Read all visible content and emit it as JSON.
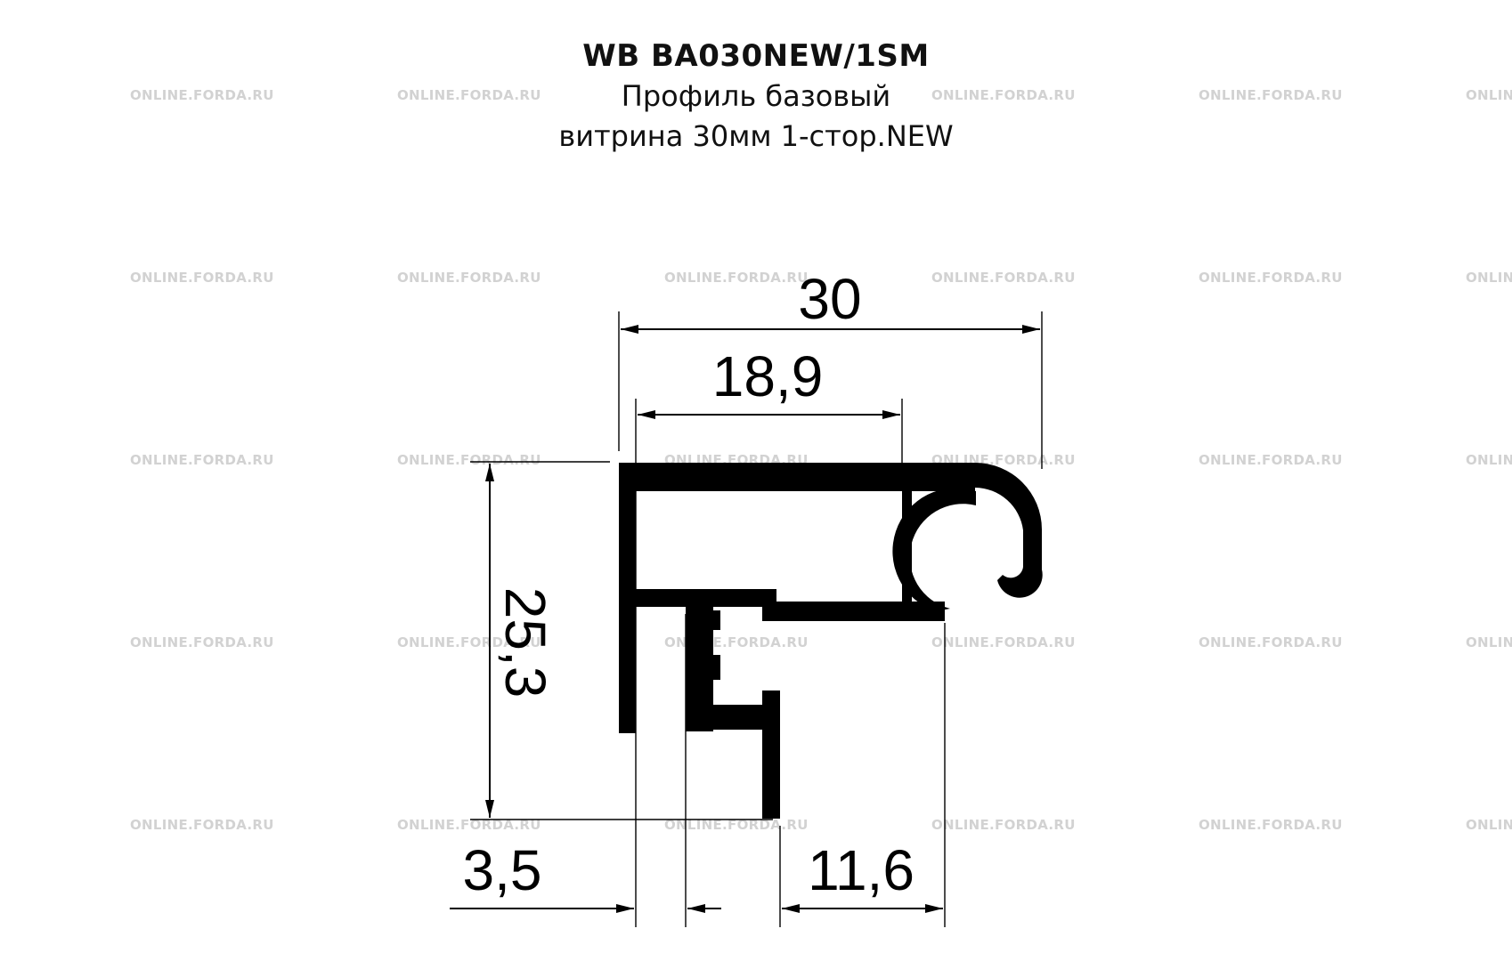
{
  "header": {
    "code": "WB BA030NEW/1SM",
    "line1": "Профиль базовый",
    "line2": "витрина 30мм 1-стор.NEW"
  },
  "watermark": {
    "text": "ONLINE.FORDA.RU"
  },
  "dimensions": {
    "width_total": "30",
    "width_inner": "18,9",
    "height": "25,3",
    "wall": "3,5",
    "flange": "11,6"
  },
  "colors": {
    "profile": "#000000",
    "watermark": "#d2d2d2",
    "background": "#ffffff"
  }
}
